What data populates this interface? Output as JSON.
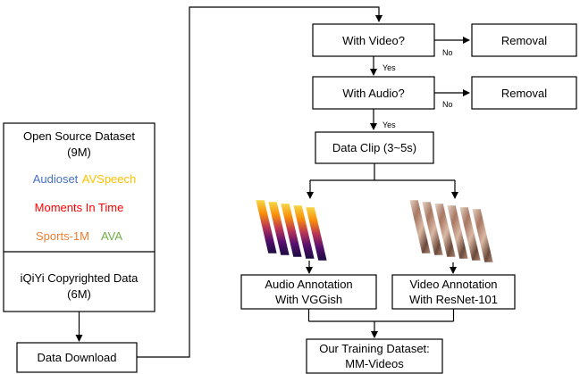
{
  "source_box": {
    "title_line1": "Open Source Dataset",
    "title_line2": "(9M)",
    "audioset": "Audioset",
    "avspeech": "AVSpeech",
    "moments": "Moments In Time",
    "sports": "Sports-1M",
    "ava": "AVA",
    "copyright_line1": "iQiYi Copyrighted Data",
    "copyright_line2": "(6M)"
  },
  "download": "Data Download",
  "with_video": "With Video?",
  "with_audio": "With Audio?",
  "removal_1": "Removal",
  "removal_2": "Removal",
  "no_1": "No",
  "no_2": "No",
  "yes_1": "Yes",
  "yes_2": "Yes",
  "clip": "Data Clip (3~5s)",
  "audio_annotation_line1": "Audio Annotation",
  "audio_annotation_line2": "With VGGish",
  "video_annotation_line1": "Video Annotation",
  "video_annotation_line2": "With ResNet-101",
  "output_line1": "Our Training Dataset:",
  "output_line2": "MM-Videos",
  "colors": {
    "audioset": "#4472C4",
    "avspeech": "#FFC000",
    "moments": "#FF0000",
    "sports": "#ED7D31",
    "ava": "#70AD47"
  },
  "icons": {
    "spectrograms": "spectrogram-stack-icon",
    "frames": "video-frame-stack-icon"
  }
}
